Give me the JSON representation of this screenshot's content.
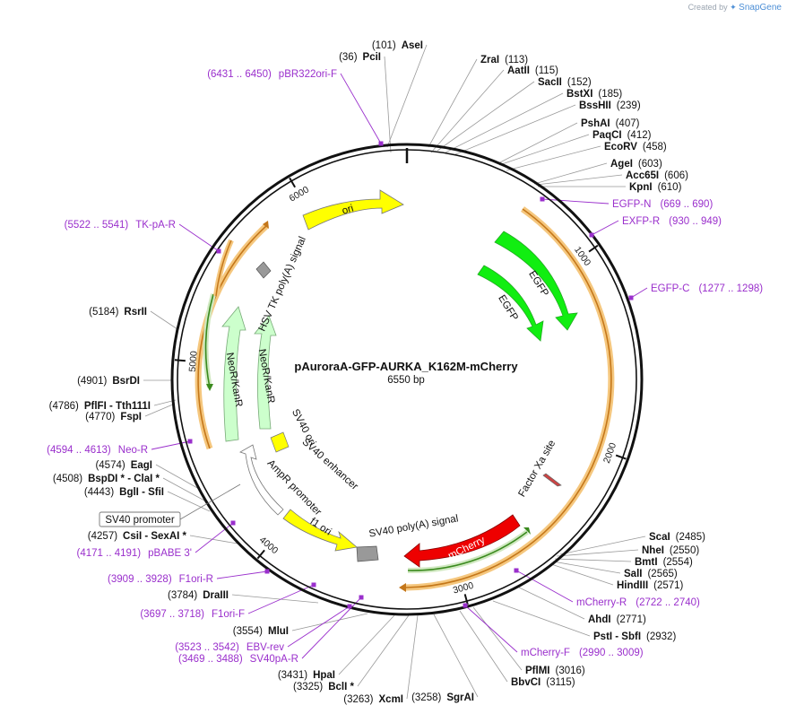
{
  "credit": {
    "prefix": "Created by",
    "brand": "SnapGene"
  },
  "plasmid": {
    "name": "pAuroraA-GFP-AURKA_K162M-mCherry",
    "size_label": "6550 bp",
    "length": 6550
  },
  "ticks": [
    "1000",
    "2000",
    "3000",
    "4000",
    "5000",
    "6000"
  ],
  "restriction_sites": [
    {
      "name": "AseI",
      "pos": "(101)",
      "side": "left"
    },
    {
      "name": "PciI",
      "pos": "(36)",
      "side": "left"
    },
    {
      "name": "ZraI",
      "pos": "(113)",
      "side": "right"
    },
    {
      "name": "AatII",
      "pos": "(115)",
      "side": "right"
    },
    {
      "name": "SacII",
      "pos": "(152)",
      "side": "right"
    },
    {
      "name": "BstXI",
      "pos": "(185)",
      "side": "right"
    },
    {
      "name": "BssHII",
      "pos": "(239)",
      "side": "right"
    },
    {
      "name": "PshAI",
      "pos": "(407)",
      "side": "right"
    },
    {
      "name": "PaqCI",
      "pos": "(412)",
      "side": "right"
    },
    {
      "name": "EcoRV",
      "pos": "(458)",
      "side": "right"
    },
    {
      "name": "AgeI",
      "pos": "(603)",
      "side": "right"
    },
    {
      "name": "Acc65I",
      "pos": "(606)",
      "side": "right"
    },
    {
      "name": "KpnI",
      "pos": "(610)",
      "side": "right"
    },
    {
      "name": "ScaI",
      "pos": "(2485)",
      "side": "right"
    },
    {
      "name": "NheI",
      "pos": "(2550)",
      "side": "right"
    },
    {
      "name": "BmtI",
      "pos": "(2554)",
      "side": "right"
    },
    {
      "name": "SalI",
      "pos": "(2565)",
      "side": "right"
    },
    {
      "name": "HindIII",
      "pos": "(2571)",
      "side": "right"
    },
    {
      "name": "AhdI",
      "pos": "(2771)",
      "side": "right"
    },
    {
      "name": "PstI  - SbfI",
      "pos": "(2932)",
      "side": "right"
    },
    {
      "name": "PflMI",
      "pos": "(3016)",
      "side": "right"
    },
    {
      "name": "BbvCI",
      "pos": "(3115)",
      "side": "right"
    },
    {
      "name": "SgrAI",
      "pos": "(3258)",
      "side": "left"
    },
    {
      "name": "XcmI",
      "pos": "(3263)",
      "side": "left"
    },
    {
      "name": "BclI *",
      "pos": "(3325)",
      "side": "left"
    },
    {
      "name": "HpaI",
      "pos": "(3431)",
      "side": "left"
    },
    {
      "name": "MluI",
      "pos": "(3554)",
      "side": "left"
    },
    {
      "name": "DraIII",
      "pos": "(3784)",
      "side": "left"
    },
    {
      "name": "CsiI  - SexAI *",
      "pos": "(4257)",
      "side": "left"
    },
    {
      "name": "BglI  - SfiI",
      "pos": "(4443)",
      "side": "left"
    },
    {
      "name": "BspDI *  - ClaI *",
      "pos": "(4508)",
      "side": "left"
    },
    {
      "name": "EagI",
      "pos": "(4574)",
      "side": "left"
    },
    {
      "name": "FspI",
      "pos": "(4770)",
      "side": "left"
    },
    {
      "name": "PflFI  - Tth111I",
      "pos": "(4786)",
      "side": "left"
    },
    {
      "name": "BsrDI",
      "pos": "(4901)",
      "side": "left"
    },
    {
      "name": "RsrII",
      "pos": "(5184)",
      "side": "left"
    }
  ],
  "primers": [
    {
      "name": "pBR322ori-F",
      "range": "(6431 .. 6450)",
      "side": "left"
    },
    {
      "name": "EGFP-N",
      "range": "(669 .. 690)",
      "side": "right"
    },
    {
      "name": "EXFP-R",
      "range": "(930 .. 949)",
      "side": "right"
    },
    {
      "name": "EGFP-C",
      "range": "(1277 .. 1298)",
      "side": "right"
    },
    {
      "name": "mCherry-R",
      "range": "(2722 .. 2740)",
      "side": "right"
    },
    {
      "name": "mCherry-F",
      "range": "(2990 .. 3009)",
      "side": "right"
    },
    {
      "name": "TK-pA-R",
      "range": "(5522 .. 5541)",
      "side": "left"
    },
    {
      "name": "Neo-R",
      "range": "(4594 .. 4613)",
      "side": "left"
    },
    {
      "name": "pBABE 3'",
      "range": "(4171 .. 4191)",
      "side": "left"
    },
    {
      "name": "F1ori-R",
      "range": "(3909 .. 3928)",
      "side": "left"
    },
    {
      "name": "F1ori-F",
      "range": "(3697 .. 3718)",
      "side": "left"
    },
    {
      "name": "EBV-rev",
      "range": "(3523 .. 3542)",
      "side": "left"
    },
    {
      "name": "SV40pA-R",
      "range": "(3469 .. 3488)",
      "side": "left"
    }
  ],
  "features": [
    {
      "name": "ori",
      "color": "#ffff00"
    },
    {
      "name": "EGFP",
      "color": "#00ee00"
    },
    {
      "name": "EGFP",
      "color": "#00ee00"
    },
    {
      "name": "Factor Xa site",
      "color": "#cc4444"
    },
    {
      "name": "mCherry",
      "color": "#ee0000"
    },
    {
      "name": "SV40 poly(A) signal",
      "color": "#999999"
    },
    {
      "name": "f1 ori",
      "color": "#ffff00"
    },
    {
      "name": "AmpR promoter",
      "color": "#ffffff"
    },
    {
      "name": "SV40 promoter",
      "color": "#ffffff"
    },
    {
      "name": "SV40 enhancer",
      "color": "#ffffff"
    },
    {
      "name": "SV40 ori",
      "color": "#ffff00"
    },
    {
      "name": "NeoR/KanR",
      "color": "#ccffcc"
    },
    {
      "name": "NeoR/KanR",
      "color": "#ccffcc"
    },
    {
      "name": "HSV TK poly(A) signal",
      "color": "#999999"
    }
  ],
  "colors": {
    "backbone": "#111111",
    "primer": "#9a2fcc",
    "orf_highlight": "#f5c77e",
    "orf_line": "#3a8a1e",
    "orf_line_alt": "#e08a1e"
  }
}
